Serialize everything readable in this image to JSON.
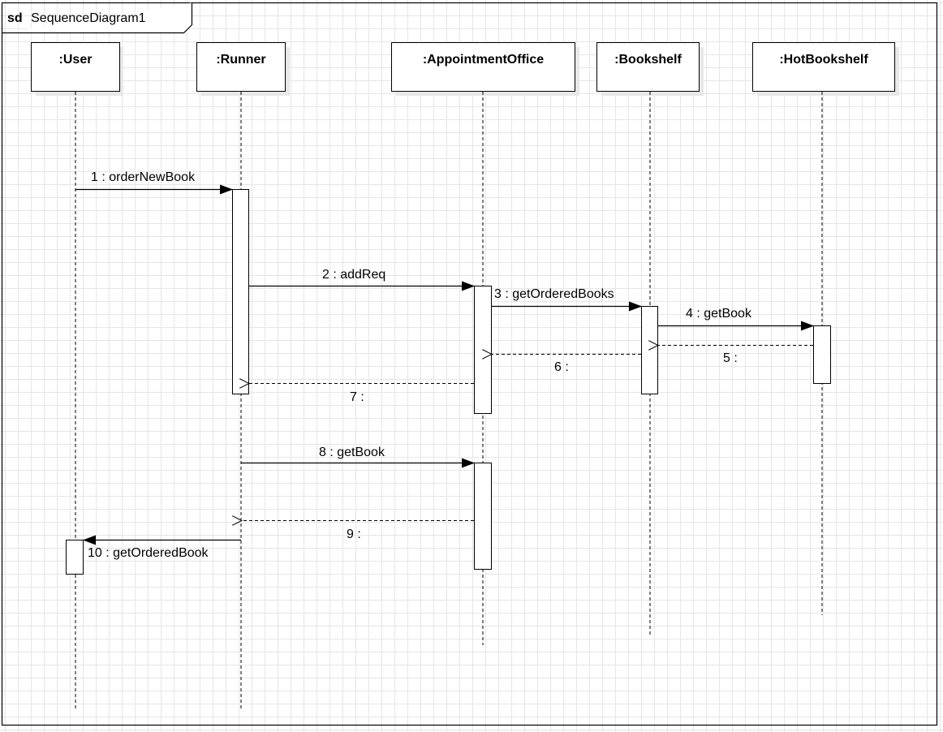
{
  "frame": {
    "keyword": "sd",
    "name": "SequenceDiagram1"
  },
  "lifelines": [
    {
      "id": "user",
      "label": ":User"
    },
    {
      "id": "runner",
      "label": ":Runner"
    },
    {
      "id": "office",
      "label": ":AppointmentOffice"
    },
    {
      "id": "bookshelf",
      "label": ":Bookshelf"
    },
    {
      "id": "hot",
      "label": ":HotBookshelf"
    }
  ],
  "messages": [
    {
      "id": "m1",
      "label": "1 : orderNewBook",
      "kind": "sync"
    },
    {
      "id": "m2",
      "label": "2 : addReq",
      "kind": "sync"
    },
    {
      "id": "m3",
      "label": "3 : getOrderedBooks",
      "kind": "sync"
    },
    {
      "id": "m4",
      "label": "4 : getBook",
      "kind": "sync"
    },
    {
      "id": "m5",
      "label": "5 :",
      "kind": "return"
    },
    {
      "id": "m6",
      "label": "6 :",
      "kind": "return"
    },
    {
      "id": "m7",
      "label": "7 :",
      "kind": "return"
    },
    {
      "id": "m8",
      "label": "8 : getBook",
      "kind": "sync"
    },
    {
      "id": "m9",
      "label": "9 :",
      "kind": "return"
    },
    {
      "id": "m10",
      "label": "10 : getOrderedBook",
      "kind": "sync"
    }
  ]
}
